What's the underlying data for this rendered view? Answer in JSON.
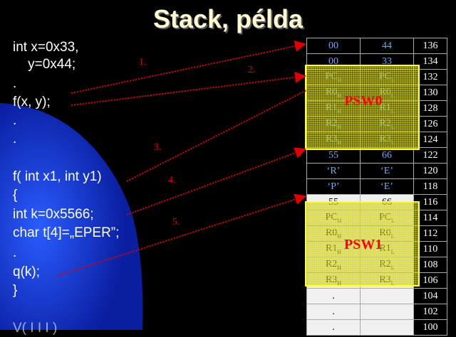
{
  "title": "Stack, példa",
  "code": {
    "l1": "int x=0x33,",
    "l2": "    y=0x44;",
    "l3": ".",
    "l4": "f(x, y);",
    "l5": ".",
    "l6": ".",
    "l7": "f( int x1, int y1)",
    "l8": "{",
    "l9": "int k=0x5566;",
    "l10": "char t[4]=„EPER”;",
    "l11": ".",
    "l12": "q(k);",
    "l13": "}",
    "l14": "V( I I I )"
  },
  "steps": [
    "1.",
    "2.",
    "3.",
    "4.",
    "5."
  ],
  "psw": {
    "psw0": "PSW0",
    "psw1": "PSW1"
  },
  "colors": {
    "accent_red": "#e00000",
    "highlight": "#ffff40",
    "value_blue": "#6fa8ff"
  },
  "stack": [
    {
      "a": "00",
      "b": "44",
      "addr": "136"
    },
    {
      "a": "00",
      "b": "33",
      "addr": "134"
    },
    {
      "a": "PC",
      "as": "H",
      "b": "PC",
      "bs": "L",
      "addr": "132",
      "reg": true
    },
    {
      "a": "R0",
      "as": "H",
      "b": "R0",
      "bs": "L",
      "addr": "130",
      "reg": true
    },
    {
      "a": "R1",
      "as": "H",
      "b": "R1",
      "bs": "L",
      "addr": "128",
      "reg": true
    },
    {
      "a": "R2",
      "as": "H",
      "b": "R2",
      "bs": "L",
      "addr": "126",
      "reg": true
    },
    {
      "a": "R3",
      "as": "H",
      "b": "R3",
      "bs": "L",
      "addr": "124",
      "reg": true
    },
    {
      "a": "55",
      "b": "66",
      "addr": "122"
    },
    {
      "a": "‘R’",
      "b": "‘E’",
      "addr": "120"
    },
    {
      "a": "‘P’",
      "b": "‘E’",
      "addr": "118"
    },
    {
      "a": "55",
      "b": "66",
      "addr": "116",
      "light": true
    },
    {
      "a": "PC",
      "as": "H",
      "b": "PC",
      "bs": "L",
      "addr": "114",
      "reg": true,
      "light": true
    },
    {
      "a": "R0",
      "as": "H",
      "b": "R0",
      "bs": "L",
      "addr": "112",
      "reg": true,
      "light": true
    },
    {
      "a": "R1",
      "as": "H",
      "b": "R1",
      "bs": "L",
      "addr": "110",
      "reg": true,
      "light": true
    },
    {
      "a": "R2",
      "as": "H",
      "b": "R2",
      "bs": "L",
      "addr": "108",
      "reg": true,
      "light": true
    },
    {
      "a": "R3",
      "as": "H",
      "b": "R3",
      "bs": "L",
      "addr": "106",
      "reg": true,
      "light": true
    },
    {
      "a": ".",
      "b": "",
      "addr": "104",
      "light": true
    },
    {
      "a": ".",
      "b": "",
      "addr": "102",
      "light": true
    },
    {
      "a": ".",
      "b": "",
      "addr": "100",
      "light": true
    }
  ]
}
